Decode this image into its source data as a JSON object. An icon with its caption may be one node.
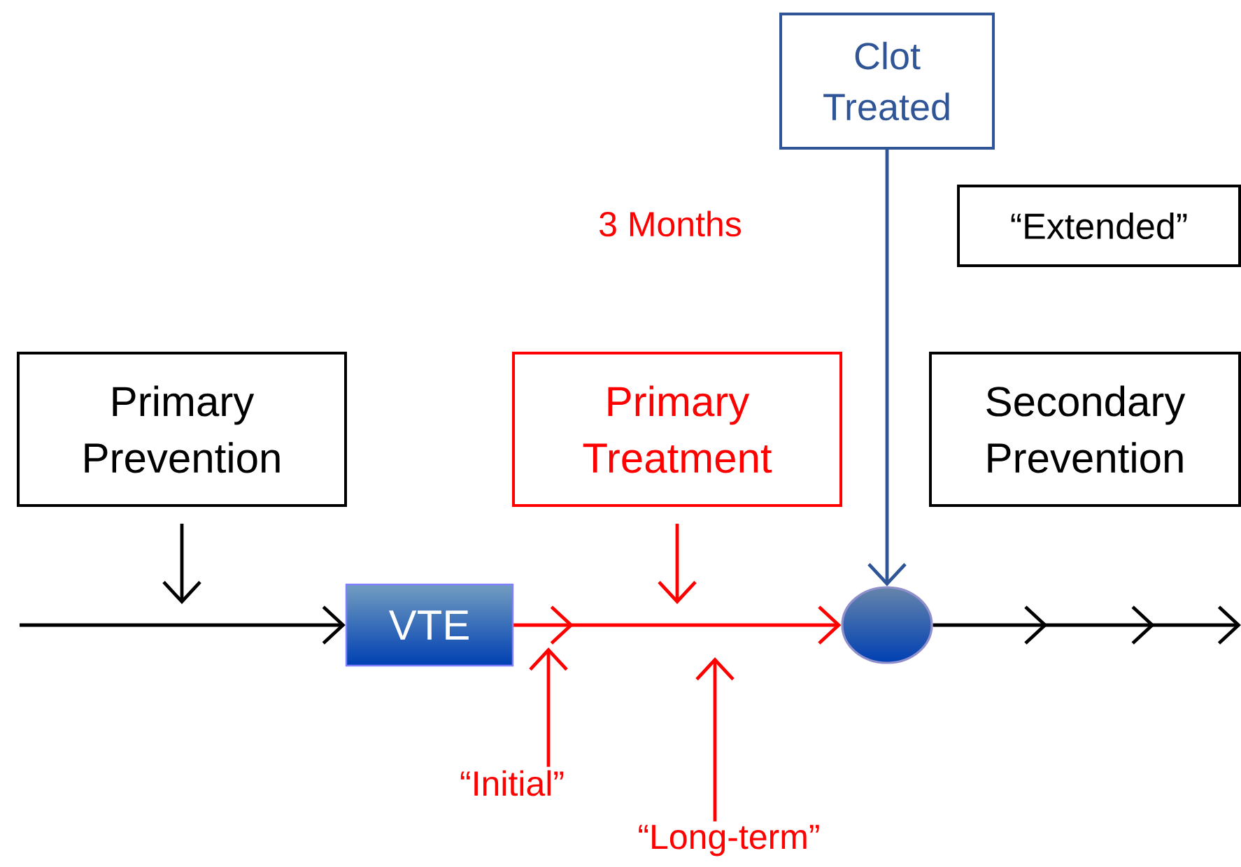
{
  "diagram": {
    "nodes": [
      {
        "text": [
          "Primary Prevention"
        ]
      },
      {
        "text": [
          "Primary Treatment"
        ]
      },
      {
        "text": [
          "Clot Treated"
        ]
      },
      {
        "text": [
          "“Extended”"
        ]
      },
      {
        "text": [
          "Secondary Prevention"
        ]
      },
      {
        "text": [
          "VTE"
        ]
      },
      {
        "text": [],
        "shape": "ellipse"
      },
      {
        "text": [
          "“Initial”"
        ]
      },
      {
        "text": [
          "“Long-term”"
        ]
      }
    ],
    "edges": [
      {
        "from": null,
        "to": 5,
        "arrow": "to",
        "color": "#000000"
      },
      {
        "from": 0,
        "to": null,
        "arrow": "to",
        "color": "#000000"
      },
      {
        "from": 5,
        "to": 6,
        "arrow": "to",
        "color": "#ff0000"
      },
      {
        "from": 1,
        "to": null,
        "arrow": "to",
        "color": "#ff0000"
      },
      {
        "from": 7,
        "to": null,
        "arrow": "to",
        "color": "#ff0000"
      },
      {
        "from": 8,
        "to": null,
        "arrow": "to",
        "color": "#ff0000"
      },
      {
        "from": 2,
        "to": 6,
        "arrow": "to",
        "color": "#2f5597"
      },
      {
        "from": 6,
        "to": null,
        "arrow": "to",
        "color": "#000000"
      }
    ],
    "labels": [
      "3 Months"
    ]
  }
}
